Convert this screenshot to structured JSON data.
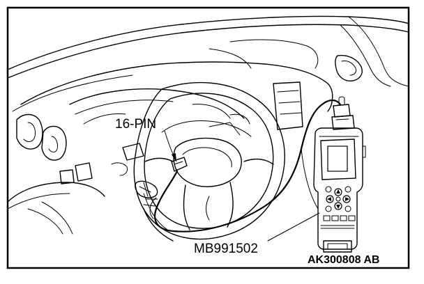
{
  "labels": {
    "connector": "16-PIN",
    "tool_part": "MB991502",
    "figure_code": "AK300808 AB"
  }
}
